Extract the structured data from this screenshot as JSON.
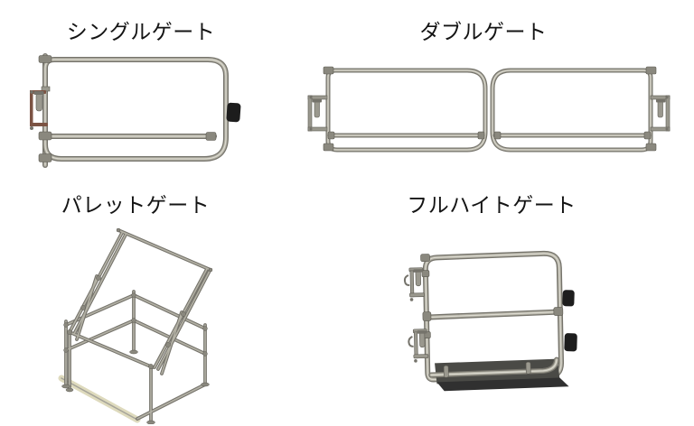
{
  "page": {
    "background": "#ffffff"
  },
  "products": [
    {
      "id": "single-gate",
      "label": "シングルゲート"
    },
    {
      "id": "double-gate",
      "label": "ダブルゲート"
    },
    {
      "id": "pallet-gate",
      "label": "パレットゲート"
    },
    {
      "id": "full-height-gate",
      "label": "フルハイトゲート"
    }
  ],
  "colors": {
    "title_text": "#141414",
    "tube_dark": "#76746c",
    "tube_mid": "#b3b1a5",
    "tube_highlight": "#dbd9cf",
    "fitting": "#8a887e",
    "latch_metal": "#9a988e",
    "latch_brown": "#7c5343",
    "bumper_black": "#1d1d1d",
    "kick_plate": "#4a4a46",
    "kick_shadow": "#303030",
    "edge_strip": "#dedabd"
  }
}
